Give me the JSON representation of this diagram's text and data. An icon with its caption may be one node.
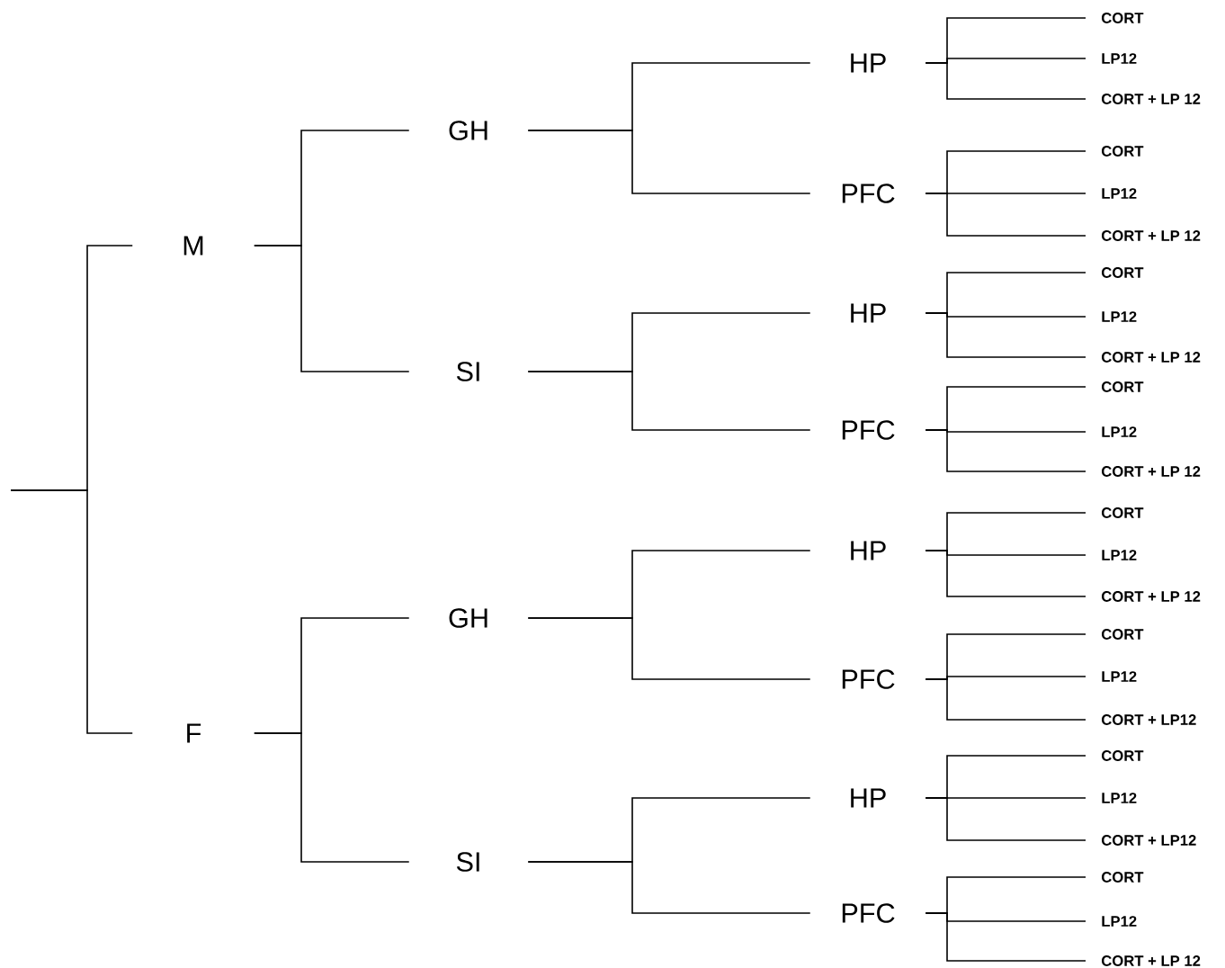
{
  "diagram": {
    "nodes": [
      {
        "text": [
          "M"
        ]
      },
      {
        "text": [
          "GH"
        ]
      },
      {
        "text": [
          "HP"
        ]
      },
      {
        "text": [
          "CORT"
        ]
      },
      {
        "text": [
          "LP12"
        ]
      },
      {
        "text": [
          "CORT + LP 12"
        ]
      },
      {
        "text": [
          "PFC"
        ]
      },
      {
        "text": [
          "CORT"
        ]
      },
      {
        "text": [
          "LP12"
        ]
      },
      {
        "text": [
          "CORT + LP 12"
        ]
      },
      {
        "text": [
          "SI"
        ]
      },
      {
        "text": [
          "HP"
        ]
      },
      {
        "text": [
          "CORT"
        ]
      },
      {
        "text": [
          "LP12"
        ]
      },
      {
        "text": [
          "CORT + LP 12"
        ]
      },
      {
        "text": [
          "PFC"
        ]
      },
      {
        "text": [
          "CORT"
        ]
      },
      {
        "text": [
          "LP12"
        ]
      },
      {
        "text": [
          "CORT + LP 12"
        ]
      },
      {
        "text": [
          "F"
        ]
      },
      {
        "text": [
          "GH"
        ]
      },
      {
        "text": [
          "HP"
        ]
      },
      {
        "text": [
          "CORT"
        ]
      },
      {
        "text": [
          "LP12"
        ]
      },
      {
        "text": [
          "CORT + LP 12"
        ]
      },
      {
        "text": [
          "PFC"
        ]
      },
      {
        "text": [
          "CORT"
        ]
      },
      {
        "text": [
          "LP12"
        ]
      },
      {
        "text": [
          "CORT + LP12"
        ]
      },
      {
        "text": [
          "SI"
        ]
      },
      {
        "text": [
          "HP"
        ]
      },
      {
        "text": [
          "CORT"
        ]
      },
      {
        "text": [
          "LP12"
        ]
      },
      {
        "text": [
          "CORT + LP12"
        ]
      },
      {
        "text": [
          "PFC"
        ]
      },
      {
        "text": [
          "CORT"
        ]
      },
      {
        "text": [
          "LP12"
        ]
      },
      {
        "text": [
          "CORT + LP 12"
        ]
      }
    ],
    "edges": [
      {
        "from": null,
        "to": 0,
        "arrow": "none"
      },
      {
        "from": null,
        "to": 19,
        "arrow": "none"
      },
      {
        "from": 0,
        "to": 1,
        "arrow": "none"
      },
      {
        "from": 0,
        "to": 10,
        "arrow": "none"
      },
      {
        "from": 1,
        "to": 2,
        "arrow": "none"
      },
      {
        "from": 1,
        "to": 6,
        "arrow": "none"
      },
      {
        "from": 2,
        "to": 3,
        "arrow": "none"
      },
      {
        "from": 2,
        "to": 4,
        "arrow": "none"
      },
      {
        "from": 2,
        "to": 5,
        "arrow": "none"
      },
      {
        "from": 6,
        "to": 7,
        "arrow": "none"
      },
      {
        "from": 6,
        "to": 8,
        "arrow": "none"
      },
      {
        "from": 6,
        "to": 9,
        "arrow": "none"
      },
      {
        "from": 10,
        "to": 11,
        "arrow": "none"
      },
      {
        "from": 10,
        "to": 15,
        "arrow": "none"
      },
      {
        "from": 11,
        "to": 12,
        "arrow": "none"
      },
      {
        "from": 11,
        "to": 13,
        "arrow": "none"
      },
      {
        "from": 11,
        "to": 14,
        "arrow": "none"
      },
      {
        "from": 15,
        "to": 16,
        "arrow": "none"
      },
      {
        "from": 15,
        "to": 17,
        "arrow": "none"
      },
      {
        "from": 15,
        "to": 18,
        "arrow": "none"
      },
      {
        "from": 19,
        "to": 20,
        "arrow": "none"
      },
      {
        "from": 19,
        "to": 29,
        "arrow": "none"
      },
      {
        "from": 20,
        "to": 21,
        "arrow": "none"
      },
      {
        "from": 20,
        "to": 25,
        "arrow": "none"
      },
      {
        "from": 21,
        "to": 22,
        "arrow": "none"
      },
      {
        "from": 21,
        "to": 23,
        "arrow": "none"
      },
      {
        "from": 21,
        "to": 24,
        "arrow": "none"
      },
      {
        "from": 25,
        "to": 26,
        "arrow": "none"
      },
      {
        "from": 25,
        "to": 27,
        "arrow": "none"
      },
      {
        "from": 25,
        "to": 28,
        "arrow": "none"
      },
      {
        "from": 29,
        "to": 30,
        "arrow": "none"
      },
      {
        "from": 29,
        "to": 34,
        "arrow": "none"
      },
      {
        "from": 30,
        "to": 31,
        "arrow": "none"
      },
      {
        "from": 30,
        "to": 32,
        "arrow": "none"
      },
      {
        "from": 30,
        "to": 33,
        "arrow": "none"
      },
      {
        "from": 34,
        "to": 35,
        "arrow": "none"
      },
      {
        "from": 34,
        "to": 36,
        "arrow": "none"
      },
      {
        "from": 34,
        "to": 37,
        "arrow": "none"
      }
    ]
  }
}
